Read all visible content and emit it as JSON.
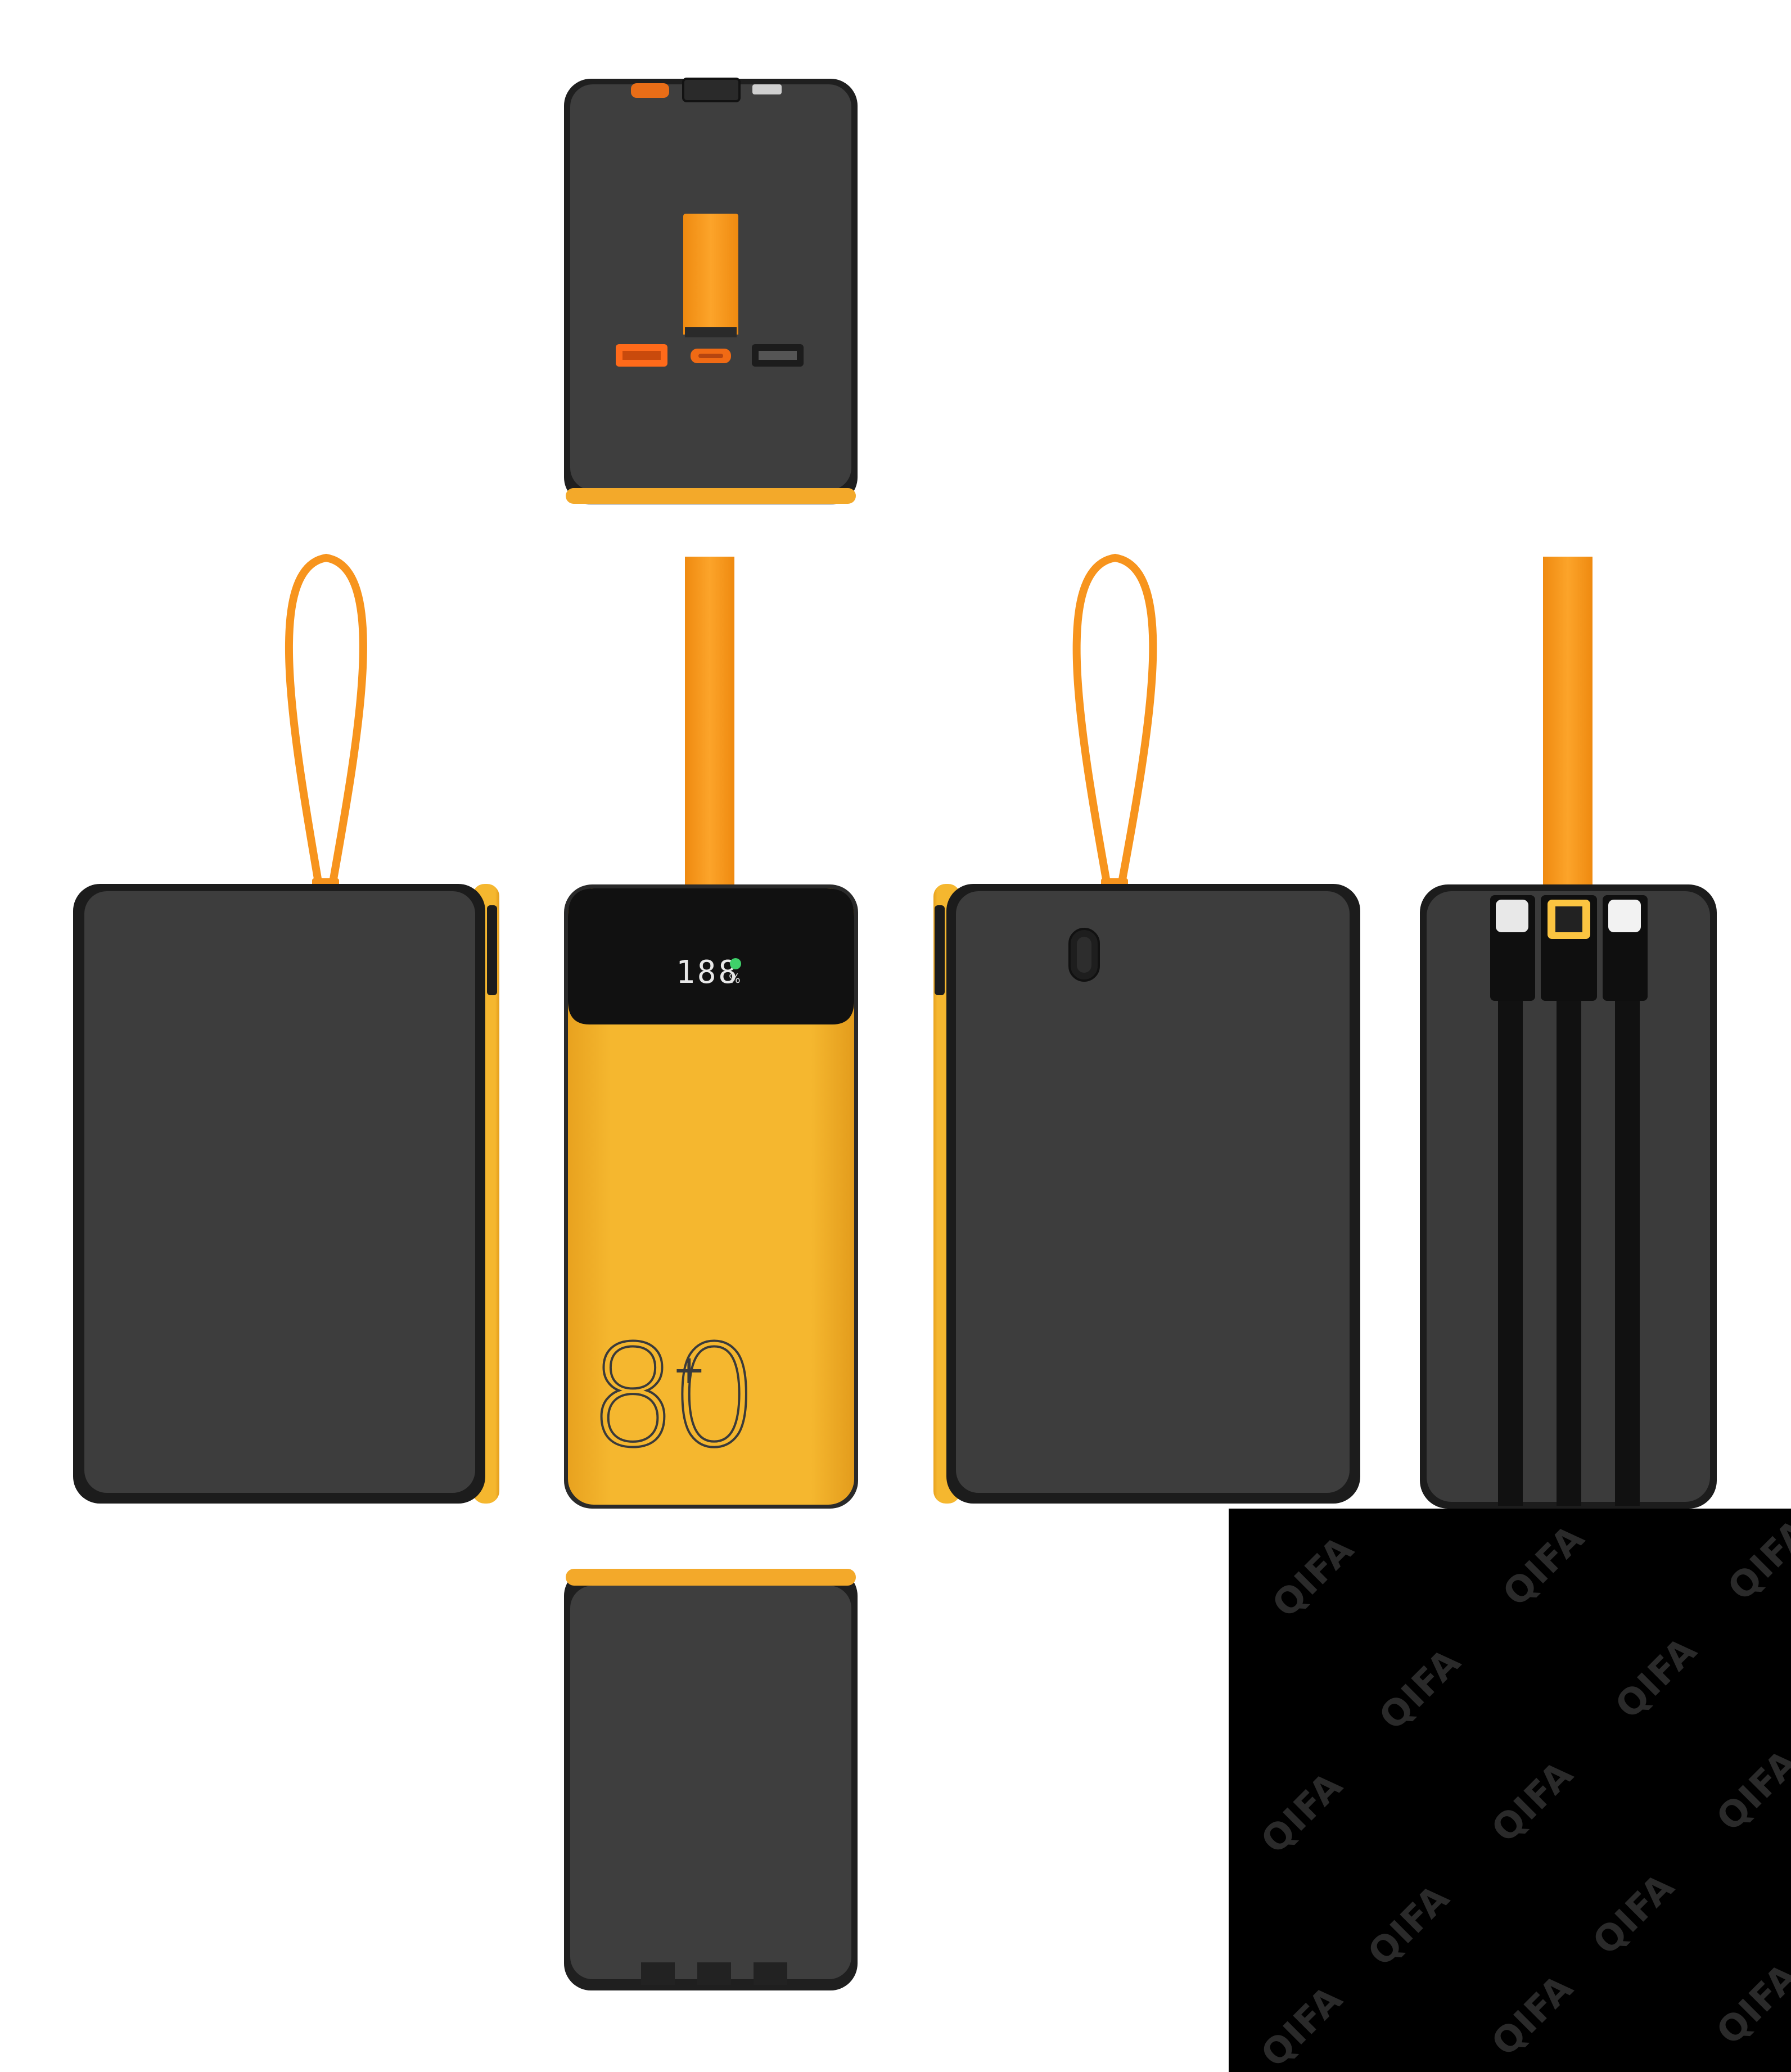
{
  "product": {
    "capacity_numeral": "80",
    "capacity_suffix": "+",
    "display_digits": "188",
    "display_unit": "%"
  },
  "watermark": {
    "text": "QIFA"
  },
  "colors": {
    "body_dark": "#3d3d3d",
    "body_edge": "#1c1c1c",
    "accent_yellow": "#f3b32b",
    "strap_orange": "#f79a1c",
    "watermark_panel": "#000000",
    "display_digit": "#e8e8e8",
    "charge_icon": "#3fd06a"
  },
  "icons": [
    "usb-c-port-icon",
    "usb-a-port-icon",
    "lightning-connector-icon",
    "micro-usb-connector-icon",
    "power-button-icon",
    "charging-bolt-icon"
  ]
}
